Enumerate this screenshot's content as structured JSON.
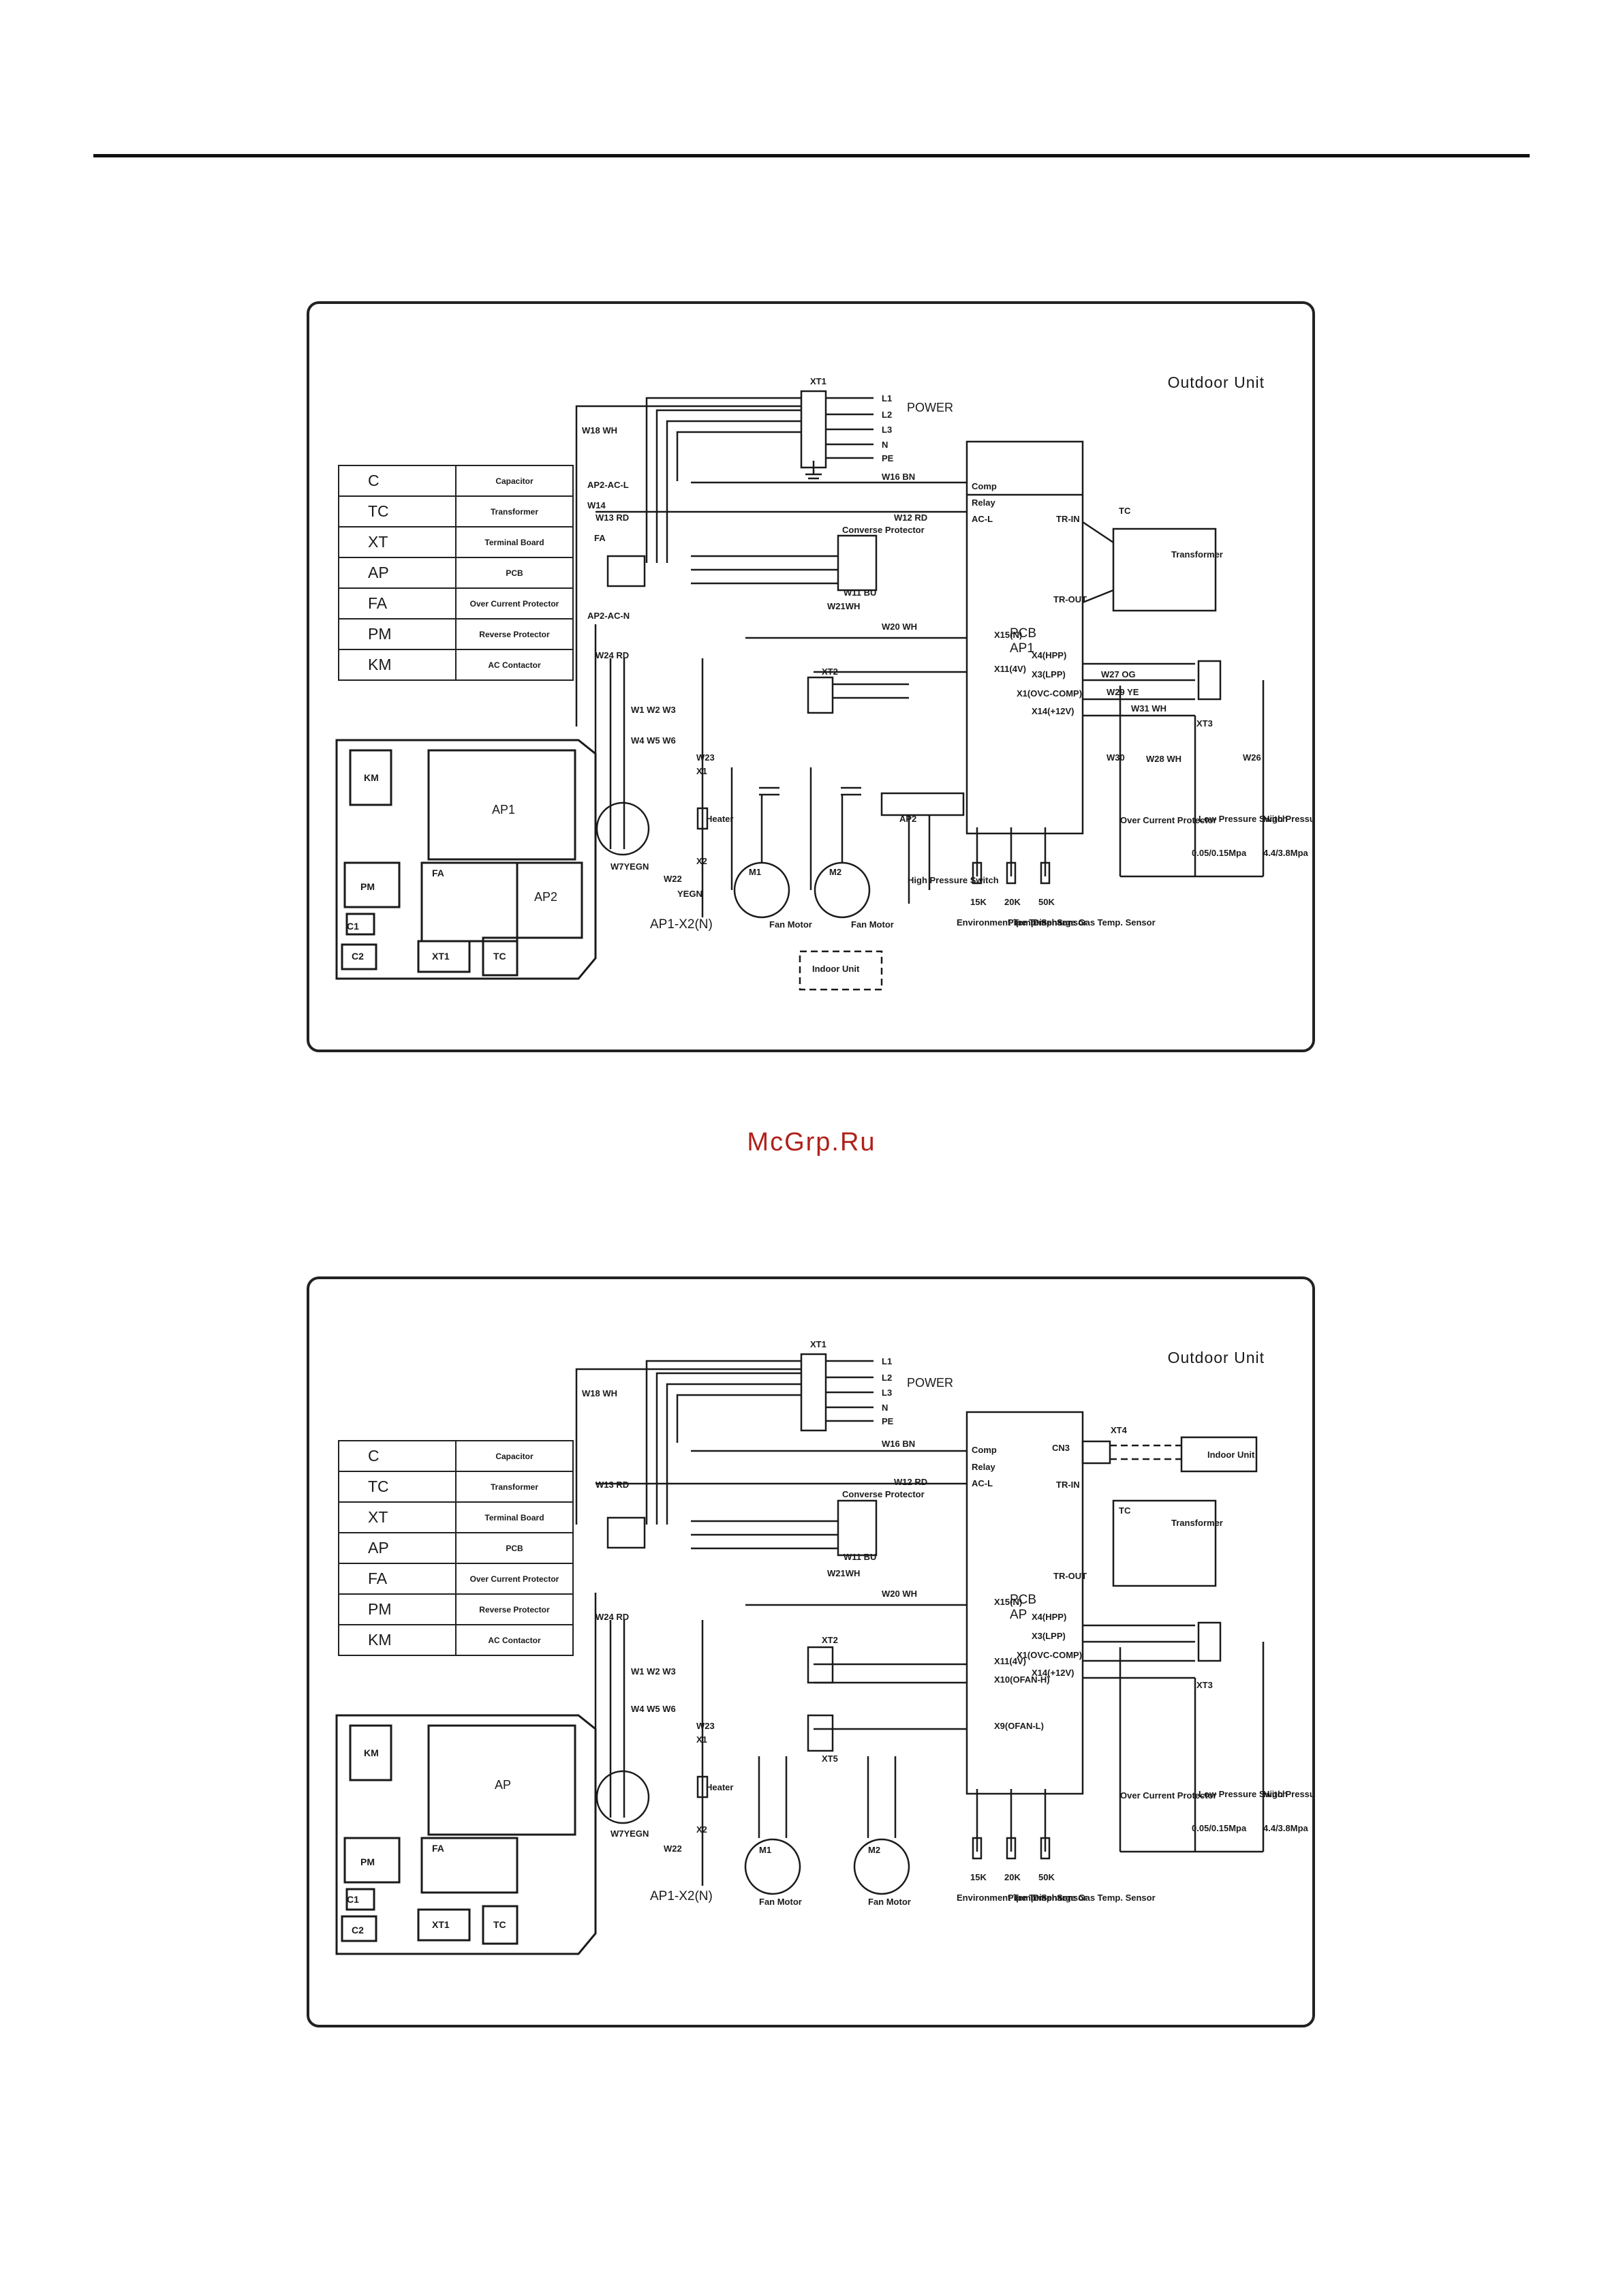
{
  "watermark": "McGrp.Ru",
  "diagrams": [
    {
      "title": "Outdoor Unit",
      "power_label": "POWER",
      "pcb_label": "PCB",
      "pcb_sub": "AP1",
      "legend": [
        {
          "code": "C",
          "desc": "Capacitor"
        },
        {
          "code": "TC",
          "desc": "Transformer"
        },
        {
          "code": "XT",
          "desc": "Terminal Board"
        },
        {
          "code": "AP",
          "desc": "PCB"
        },
        {
          "code": "FA",
          "desc": "Over Current Protector"
        },
        {
          "code": "PM",
          "desc": "Reverse Protector"
        },
        {
          "code": "KM",
          "desc": "AC Contactor"
        }
      ],
      "terminals": [
        "L1",
        "L2",
        "L3",
        "N",
        "PE"
      ],
      "pcb_ports": [
        "TR-IN",
        "TR-OUT",
        "X15(N)",
        "X11(4V)",
        "X4(HPP)",
        "X3(LPP)",
        "X1(OVC-COMP)",
        "X14(+12V)"
      ],
      "sensors": [
        "15K",
        "20K",
        "50K"
      ],
      "sensor_labels": [
        "Environment Temp. Sensor",
        "Pipe Temp. Sensor",
        "Discharge Gas Temp. Sensor"
      ],
      "motors": [
        "M1",
        "M2"
      ],
      "motor_label": "Fan Motor",
      "board_blocks": [
        "KM",
        "AP1",
        "PM",
        "FA",
        "AP2",
        "XT1",
        "TC",
        "C1",
        "C2"
      ],
      "switch_labels": [
        "Low Pressure Switch",
        "High Pressure Switch"
      ],
      "ap1_x2": "AP1-X2(N)",
      "indoor": "Indoor Unit"
    },
    {
      "title": "Outdoor Unit",
      "power_label": "POWER",
      "pcb_label": "PCB",
      "pcb_sub": "AP",
      "legend": [
        {
          "code": "C",
          "desc": "Capacitor"
        },
        {
          "code": "TC",
          "desc": "Transformer"
        },
        {
          "code": "XT",
          "desc": "Terminal Board"
        },
        {
          "code": "AP",
          "desc": "PCB"
        },
        {
          "code": "FA",
          "desc": "Over Current Protector"
        },
        {
          "code": "PM",
          "desc": "Reverse Protector"
        },
        {
          "code": "KM",
          "desc": "AC Contactor"
        }
      ],
      "terminals": [
        "L1",
        "L2",
        "L3",
        "N",
        "PE"
      ],
      "pcb_ports": [
        "CN3",
        "TR-IN",
        "TR-OUT",
        "X15(N)",
        "X11(4V)",
        "X10(OFAN-H)",
        "X9(OFAN-L)",
        "X4(HPP)",
        "X3(LPP)",
        "X1(OVC-COMP)",
        "X14(+12V)"
      ],
      "sensors": [
        "15K",
        "20K",
        "50K"
      ],
      "sensor_labels": [
        "Environment Temp. Sensor",
        "Pipe Temp. Sensor",
        "Discharge Gas Temp. Sensor"
      ],
      "motors": [
        "M1",
        "M2"
      ],
      "motor_label": "Fan Motor",
      "board_blocks": [
        "KM",
        "AP",
        "PM",
        "FA",
        "XT1",
        "TC",
        "C1",
        "C2"
      ],
      "switch_labels": [
        "Low Pressure Switch",
        "High Pressure Switch"
      ],
      "ap1_x2": "AP1-X2(N)",
      "indoor": "Indoor Unit"
    }
  ]
}
